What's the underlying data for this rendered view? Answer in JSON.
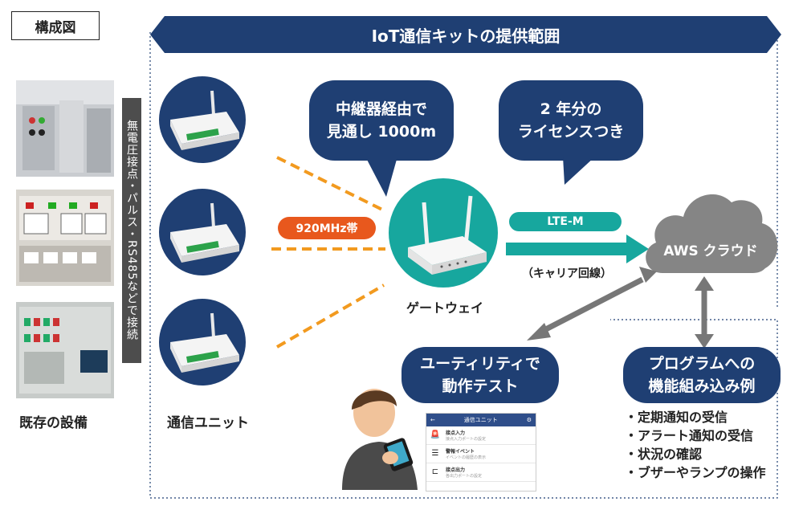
{
  "frame_label": "構成図",
  "banner_title": "IoT通信キットの提供範囲",
  "left_vertical_label": "無電圧接点・パルス・RS485などで接続",
  "existing_equipment_label": "既存の設備",
  "comm_unit_label": "通信ユニット",
  "relay_bubble": "中継器経由で\n見通し 1000m",
  "license_bubble": "2 年分の\nライセンスつき",
  "band_pill": "920MHz帯",
  "lte_pill": "LTE-M",
  "carrier_label": "（キャリア回線）",
  "gateway_label": "ゲートウェイ",
  "cloud_label": "AWS クラウド",
  "utility_bubble": "ユーティリティで\n動作テスト",
  "program_bubble": "プログラムへの\n機能組み込み例",
  "examples": [
    "・定期通知の受信",
    "・アラート通知の受信",
    "・状況の確認",
    "・ブザーやランプの操作"
  ],
  "phone": {
    "title": "通信ユニット",
    "back_icon": "arrow-left-icon",
    "settings_icon": "gear-icon",
    "rows": [
      {
        "title": "接点入力",
        "sub": "接点入力ポートの設定",
        "icon": "siren-icon"
      },
      {
        "title": "警報イベント",
        "sub": "イベントの履歴の表示",
        "icon": "document-icon"
      },
      {
        "title": "接点出力",
        "sub": "各出力ポートの設定",
        "icon": "output-icon"
      }
    ]
  },
  "colors": {
    "navy": "#1f3f73",
    "teal": "#17a79e",
    "orange": "#f29a1f",
    "band_orange": "#e8581d",
    "gray": "#777777"
  }
}
